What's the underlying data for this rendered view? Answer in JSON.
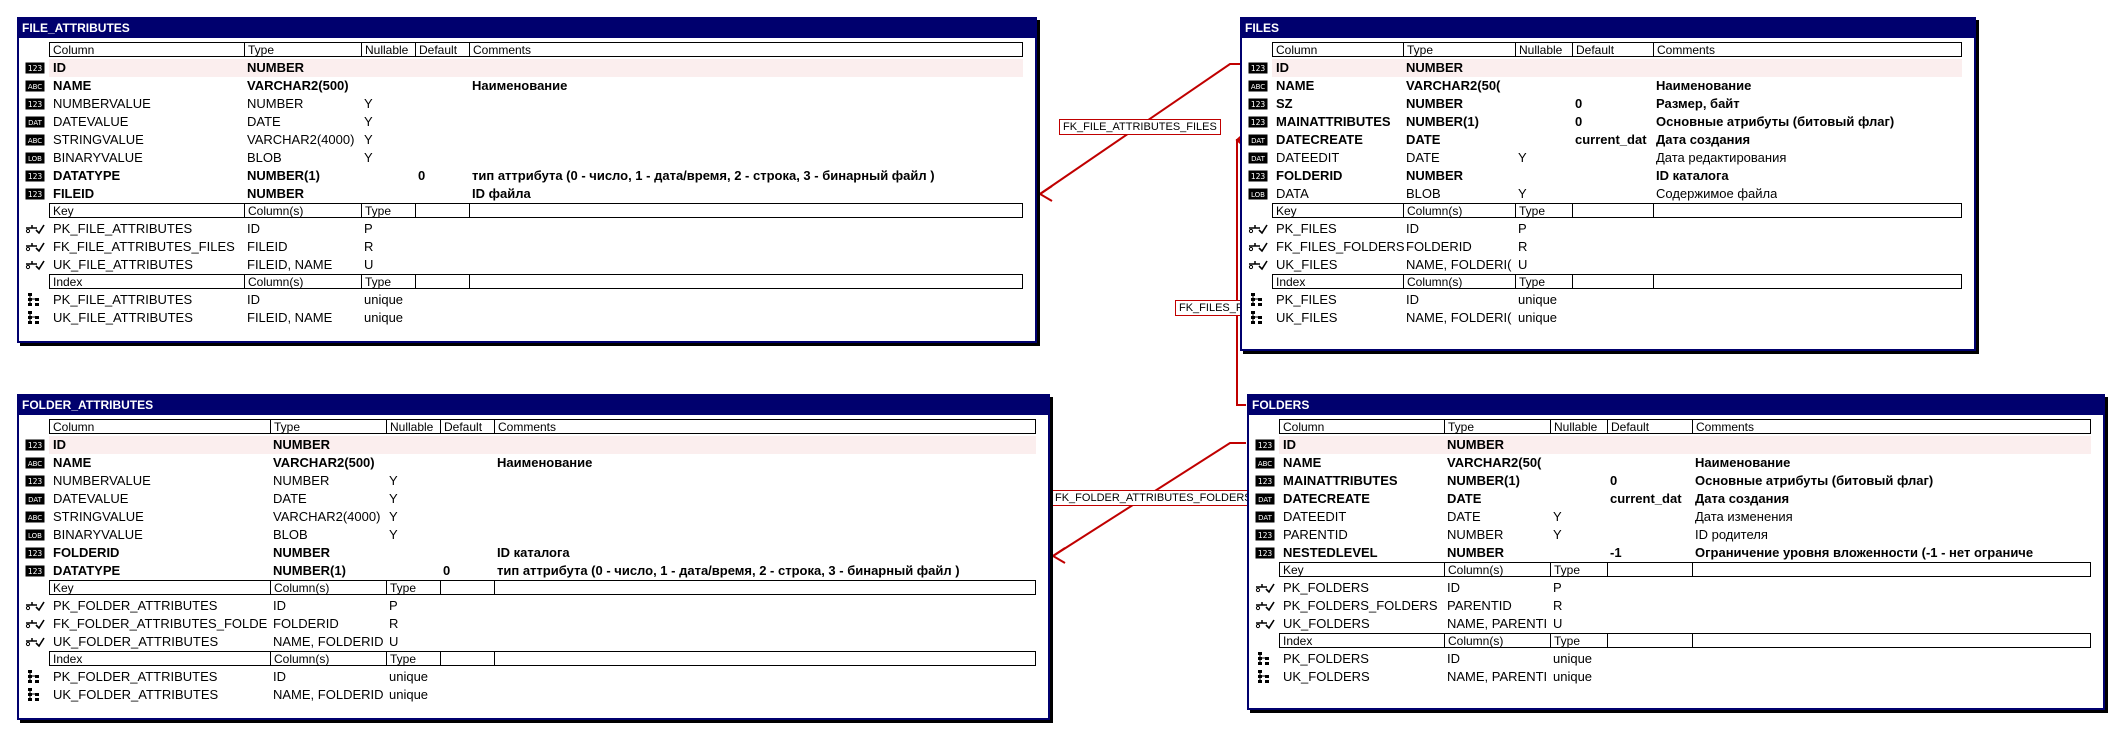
{
  "colors": {
    "title_bar": "#00006e",
    "relationship": "#c00000",
    "pk_row": "#fbeeee"
  },
  "tables": {
    "file_attributes": {
      "name": "FILE_ATTRIBUTES",
      "col_headers": {
        "column": "Column",
        "type": "Type",
        "nullable": "Nullable",
        "default": "Default",
        "comments": "Comments"
      },
      "columns": [
        {
          "name": "ID",
          "type": "NUMBER",
          "nullable": "",
          "default": "",
          "comment": "",
          "icon": "number-icon",
          "bold": true,
          "pk": true
        },
        {
          "name": "NAME",
          "type": "VARCHAR2(500)",
          "nullable": "",
          "default": "",
          "comment": "Наименование",
          "icon": "string-icon",
          "bold": true
        },
        {
          "name": "NUMBERVALUE",
          "type": "NUMBER",
          "nullable": "Y",
          "default": "",
          "comment": "",
          "icon": "number-icon"
        },
        {
          "name": "DATEVALUE",
          "type": "DATE",
          "nullable": "Y",
          "default": "",
          "comment": "",
          "icon": "date-icon"
        },
        {
          "name": "STRINGVALUE",
          "type": "VARCHAR2(4000)",
          "nullable": "Y",
          "default": "",
          "comment": "",
          "icon": "string-icon"
        },
        {
          "name": "BINARYVALUE",
          "type": "BLOB",
          "nullable": "Y",
          "default": "",
          "comment": "",
          "icon": "blob-icon"
        },
        {
          "name": "DATATYPE",
          "type": "NUMBER(1)",
          "nullable": "",
          "default": "0",
          "comment": "тип аттрибута (0 - число, 1 - дата/время, 2 - строка, 3 - бинарный файл )",
          "icon": "number-icon",
          "bold": true
        },
        {
          "name": "FILEID",
          "type": "NUMBER",
          "nullable": "",
          "default": "",
          "comment": "ID файла",
          "icon": "number-icon",
          "bold": true
        }
      ],
      "key_headers": {
        "key": "Key",
        "columns": "Column(s)",
        "type": "Type"
      },
      "keys": [
        {
          "name": "PK_FILE_ATTRIBUTES",
          "columns": "ID",
          "type": "P"
        },
        {
          "name": "FK_FILE_ATTRIBUTES_FILES",
          "columns": "FILEID",
          "type": "R"
        },
        {
          "name": "UK_FILE_ATTRIBUTES",
          "columns": "FILEID, NAME",
          "type": "U"
        }
      ],
      "index_headers": {
        "index": "Index",
        "columns": "Column(s)",
        "type": "Type"
      },
      "indexes": [
        {
          "name": "PK_FILE_ATTRIBUTES",
          "columns": "ID",
          "type": "unique"
        },
        {
          "name": "UK_FILE_ATTRIBUTES",
          "columns": "FILEID, NAME",
          "type": "unique"
        }
      ]
    },
    "files": {
      "name": "FILES",
      "col_headers": {
        "column": "Column",
        "type": "Type",
        "nullable": "Nullable",
        "default": "Default",
        "comments": "Comments"
      },
      "columns": [
        {
          "name": "ID",
          "type": "NUMBER",
          "nullable": "",
          "default": "",
          "comment": "",
          "icon": "number-icon",
          "bold": true,
          "pk": true
        },
        {
          "name": "NAME",
          "type": "VARCHAR2(50(",
          "nullable": "",
          "default": "",
          "comment": "Наименование",
          "icon": "string-icon",
          "bold": true
        },
        {
          "name": "SZ",
          "type": "NUMBER",
          "nullable": "",
          "default": "0",
          "comment": "Размер, байт",
          "icon": "number-icon",
          "bold": true
        },
        {
          "name": "MAINATTRIBUTES",
          "type": "NUMBER(1)",
          "nullable": "",
          "default": "0",
          "comment": "Основные атрибуты (битовый флаг)",
          "icon": "number-icon",
          "bold": true
        },
        {
          "name": "DATECREATE",
          "type": "DATE",
          "nullable": "",
          "default": "current_dat",
          "comment": "Дата создания",
          "icon": "date-icon",
          "bold": true
        },
        {
          "name": "DATEEDIT",
          "type": "DATE",
          "nullable": "Y",
          "default": "",
          "comment": "Дата редактирования",
          "icon": "date-icon"
        },
        {
          "name": "FOLDERID",
          "type": "NUMBER",
          "nullable": "",
          "default": "",
          "comment": "ID каталога",
          "icon": "number-icon",
          "bold": true
        },
        {
          "name": "DATA",
          "type": "BLOB",
          "nullable": "Y",
          "default": "",
          "comment": "Содержимое файла",
          "icon": "blob-icon"
        }
      ],
      "key_headers": {
        "key": "Key",
        "columns": "Column(s)",
        "type": "Type"
      },
      "keys": [
        {
          "name": "PK_FILES",
          "columns": "ID",
          "type": "P"
        },
        {
          "name": "FK_FILES_FOLDERS",
          "columns": "FOLDERID",
          "type": "R"
        },
        {
          "name": "UK_FILES",
          "columns": "NAME, FOLDERI(",
          "type": "U"
        }
      ],
      "index_headers": {
        "index": "Index",
        "columns": "Column(s)",
        "type": "Type"
      },
      "indexes": [
        {
          "name": "PK_FILES",
          "columns": "ID",
          "type": "unique"
        },
        {
          "name": "UK_FILES",
          "columns": "NAME, FOLDERI(",
          "type": "unique"
        }
      ]
    },
    "folder_attributes": {
      "name": "FOLDER_ATTRIBUTES",
      "col_headers": {
        "column": "Column",
        "type": "Type",
        "nullable": "Nullable",
        "default": "Default",
        "comments": "Comments"
      },
      "columns": [
        {
          "name": "ID",
          "type": "NUMBER",
          "nullable": "",
          "default": "",
          "comment": "",
          "icon": "number-icon",
          "bold": true,
          "pk": true
        },
        {
          "name": "NAME",
          "type": "VARCHAR2(500)",
          "nullable": "",
          "default": "",
          "comment": "Наименование",
          "icon": "string-icon",
          "bold": true
        },
        {
          "name": "NUMBERVALUE",
          "type": "NUMBER",
          "nullable": "Y",
          "default": "",
          "comment": "",
          "icon": "number-icon"
        },
        {
          "name": "DATEVALUE",
          "type": "DATE",
          "nullable": "Y",
          "default": "",
          "comment": "",
          "icon": "date-icon"
        },
        {
          "name": "STRINGVALUE",
          "type": "VARCHAR2(4000)",
          "nullable": "Y",
          "default": "",
          "comment": "",
          "icon": "string-icon"
        },
        {
          "name": "BINARYVALUE",
          "type": "BLOB",
          "nullable": "Y",
          "default": "",
          "comment": "",
          "icon": "blob-icon"
        },
        {
          "name": "FOLDERID",
          "type": "NUMBER",
          "nullable": "",
          "default": "",
          "comment": "ID каталога",
          "icon": "number-icon",
          "bold": true
        },
        {
          "name": "DATATYPE",
          "type": "NUMBER(1)",
          "nullable": "",
          "default": "0",
          "comment": "тип аттрибута (0 - число, 1 - дата/время, 2 - строка, 3 - бинарный файл )",
          "icon": "number-icon",
          "bold": true
        }
      ],
      "key_headers": {
        "key": "Key",
        "columns": "Column(s)",
        "type": "Type"
      },
      "keys": [
        {
          "name": "PK_FOLDER_ATTRIBUTES",
          "columns": "ID",
          "type": "P"
        },
        {
          "name": "FK_FOLDER_ATTRIBUTES_FOLDE",
          "columns": "FOLDERID",
          "type": "R"
        },
        {
          "name": "UK_FOLDER_ATTRIBUTES",
          "columns": "NAME, FOLDERID",
          "type": "U"
        }
      ],
      "index_headers": {
        "index": "Index",
        "columns": "Column(s)",
        "type": "Type"
      },
      "indexes": [
        {
          "name": "PK_FOLDER_ATTRIBUTES",
          "columns": "ID",
          "type": "unique"
        },
        {
          "name": "UK_FOLDER_ATTRIBUTES",
          "columns": "NAME, FOLDERID",
          "type": "unique"
        }
      ]
    },
    "folders": {
      "name": "FOLDERS",
      "col_headers": {
        "column": "Column",
        "type": "Type",
        "nullable": "Nullable",
        "default": "Default",
        "comments": "Comments"
      },
      "columns": [
        {
          "name": "ID",
          "type": "NUMBER",
          "nullable": "",
          "default": "",
          "comment": "",
          "icon": "number-icon",
          "bold": true,
          "pk": true
        },
        {
          "name": "NAME",
          "type": "VARCHAR2(50(",
          "nullable": "",
          "default": "",
          "comment": "Наименование",
          "icon": "string-icon",
          "bold": true
        },
        {
          "name": "MAINATTRIBUTES",
          "type": "NUMBER(1)",
          "nullable": "",
          "default": "0",
          "comment": "Основные атрибуты (битовый флаг)",
          "icon": "number-icon",
          "bold": true
        },
        {
          "name": "DATECREATE",
          "type": "DATE",
          "nullable": "",
          "default": "current_dat",
          "comment": "Дата создания",
          "icon": "date-icon",
          "bold": true
        },
        {
          "name": "DATEEDIT",
          "type": "DATE",
          "nullable": "Y",
          "default": "",
          "comment": "Дата изменения",
          "icon": "date-icon"
        },
        {
          "name": "PARENTID",
          "type": "NUMBER",
          "nullable": "Y",
          "default": "",
          "comment": "ID родителя",
          "icon": "number-icon"
        },
        {
          "name": "NESTEDLEVEL",
          "type": "NUMBER",
          "nullable": "",
          "default": "-1",
          "comment": "Ограничение уровня вложенности (-1 - нет ограниче",
          "icon": "number-icon",
          "bold": true
        }
      ],
      "key_headers": {
        "key": "Key",
        "columns": "Column(s)",
        "type": "Type"
      },
      "keys": [
        {
          "name": "PK_FOLDERS",
          "columns": "ID",
          "type": "P"
        },
        {
          "name": "PK_FOLDERS_FOLDERS",
          "columns": "PARENTID",
          "type": "R"
        },
        {
          "name": "UK_FOLDERS",
          "columns": "NAME, PARENTI",
          "type": "U"
        }
      ],
      "index_headers": {
        "index": "Index",
        "columns": "Column(s)",
        "type": "Type"
      },
      "indexes": [
        {
          "name": "PK_FOLDERS",
          "columns": "ID",
          "type": "unique"
        },
        {
          "name": "UK_FOLDERS",
          "columns": "NAME, PARENTI",
          "type": "unique"
        }
      ]
    }
  },
  "relationships": [
    {
      "id": "rel1",
      "label": "FK_FILE_ATTRIBUTES_FILES"
    },
    {
      "id": "rel2",
      "label": "FK_FILES_F"
    },
    {
      "id": "rel3",
      "label": "FK_FOLDER_ATTRIBUTES_FOLDERS"
    }
  ]
}
